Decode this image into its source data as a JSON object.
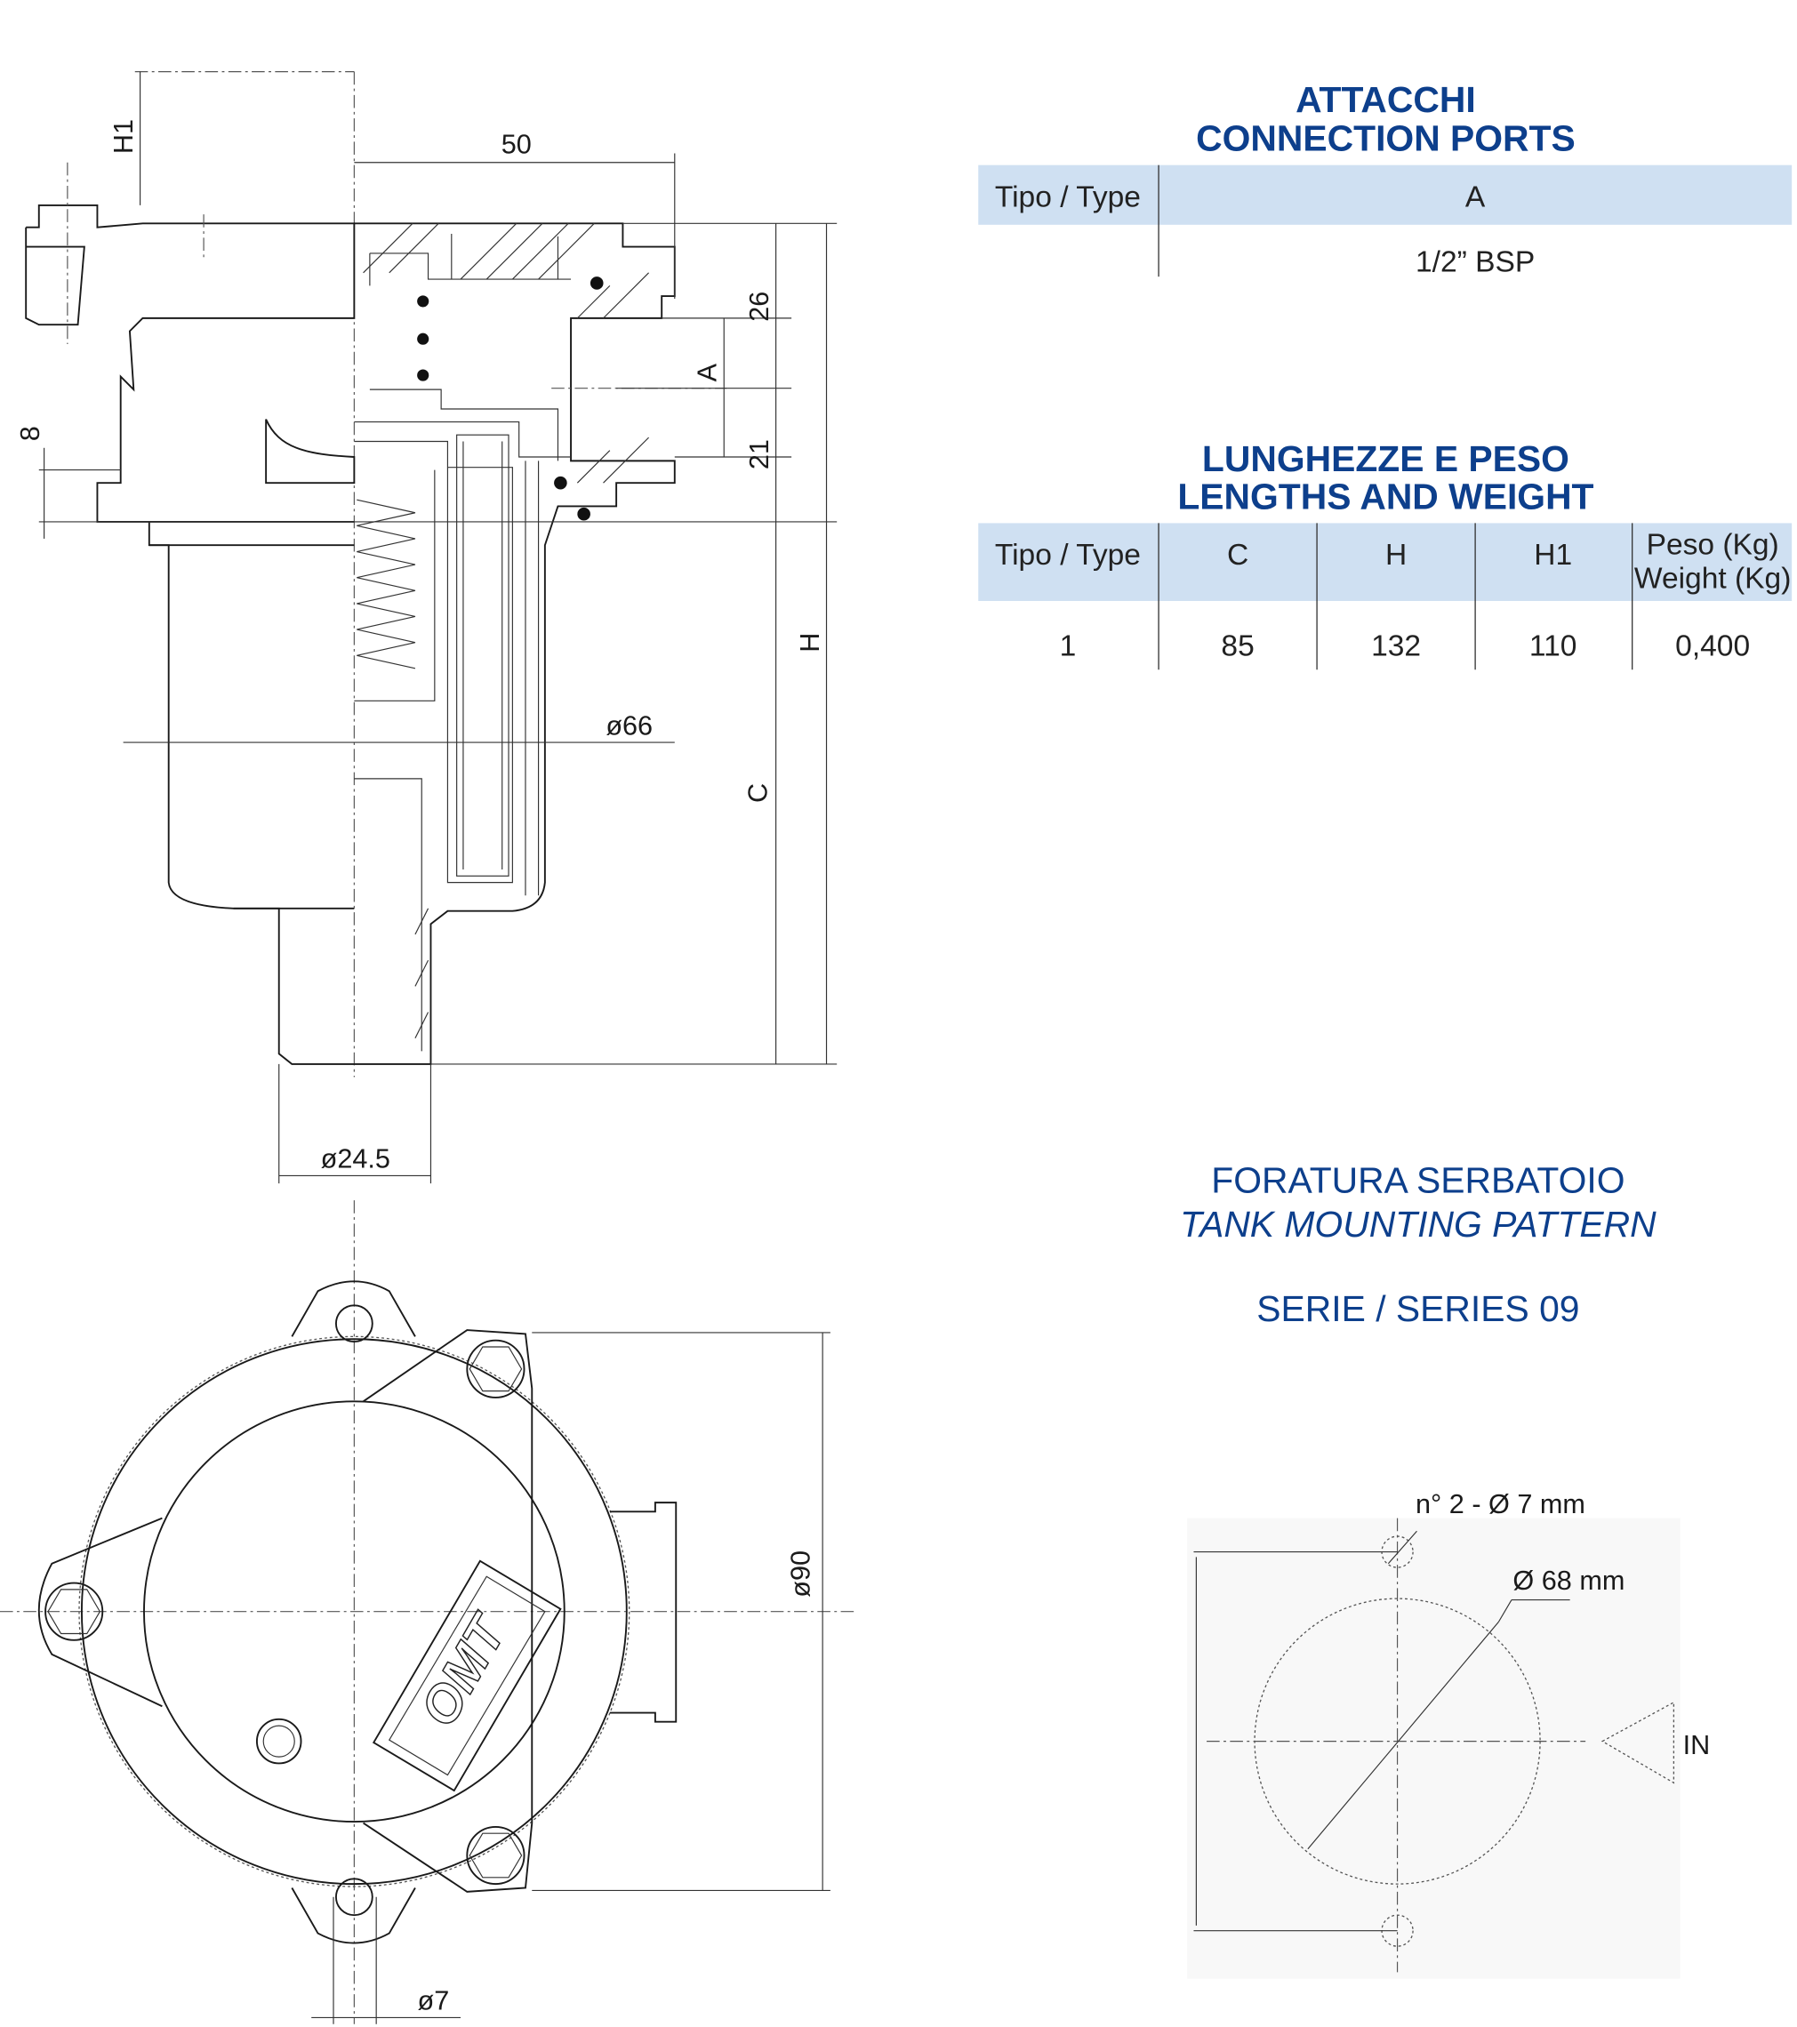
{
  "dimensions": {
    "h1": "H1",
    "d50": "50",
    "d26": "26",
    "a": "A",
    "d21": "21",
    "d8": "8",
    "h": "H",
    "c": "C",
    "d66": "ø66",
    "d24_5": "ø24.5",
    "d90": "ø90",
    "d7": "ø7"
  },
  "connection_ports": {
    "title_it": "ATTACCHI",
    "title_en": "CONNECTION PORTS",
    "headers": [
      "Tipo / Type",
      "A"
    ],
    "rows": [
      [
        "",
        "1/2” BSP"
      ]
    ]
  },
  "lengths_weight": {
    "title_it": "LUNGHEZZE E PESO",
    "title_en": "LENGTHS AND WEIGHT",
    "headers": [
      "Tipo / Type",
      "C",
      "H",
      "H1",
      "Peso (Kg)",
      "Weight (Kg)"
    ],
    "rows": [
      [
        "1",
        "85",
        "132",
        "110",
        "0,400"
      ]
    ]
  },
  "tank_mounting": {
    "title_it": "FORATURA SERBATOIO",
    "title_en": "TANK MOUNTING PATTERN",
    "series": "SERIE / SERIES 09",
    "holes_label": "n° 2 - Ø 7 mm",
    "circle_label": "Ø 68 mm",
    "inlet_label": "IN"
  },
  "colors": {
    "title": "#0d3f8c",
    "table_header": "#cfe0f2"
  }
}
